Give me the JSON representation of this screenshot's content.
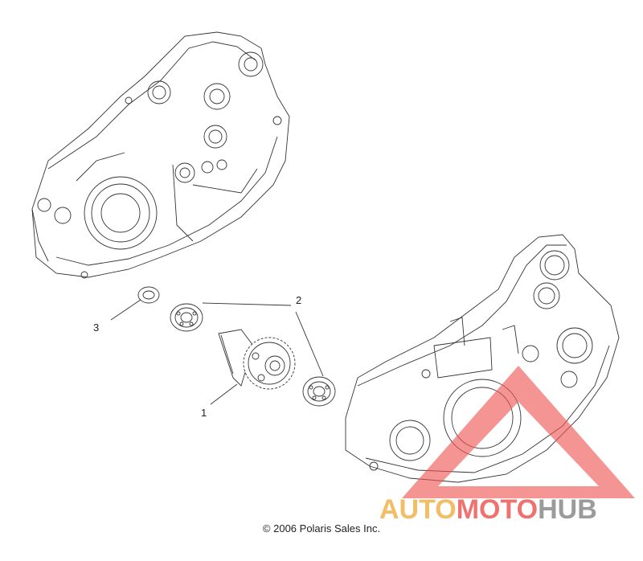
{
  "callouts": [
    {
      "label": "1"
    },
    {
      "label": "2"
    },
    {
      "label": "3"
    }
  ],
  "copyright": "© 2006 Polaris Sales Inc.",
  "watermark": {
    "brand_part1": "AUTO",
    "brand_part2": "MOTO",
    "brand_part3": "HUB",
    "colors": {
      "part1": "#f0b24a",
      "part2": "#ee5a55",
      "part3": "#8a8a8a",
      "triangle": "#ee5a55"
    }
  }
}
